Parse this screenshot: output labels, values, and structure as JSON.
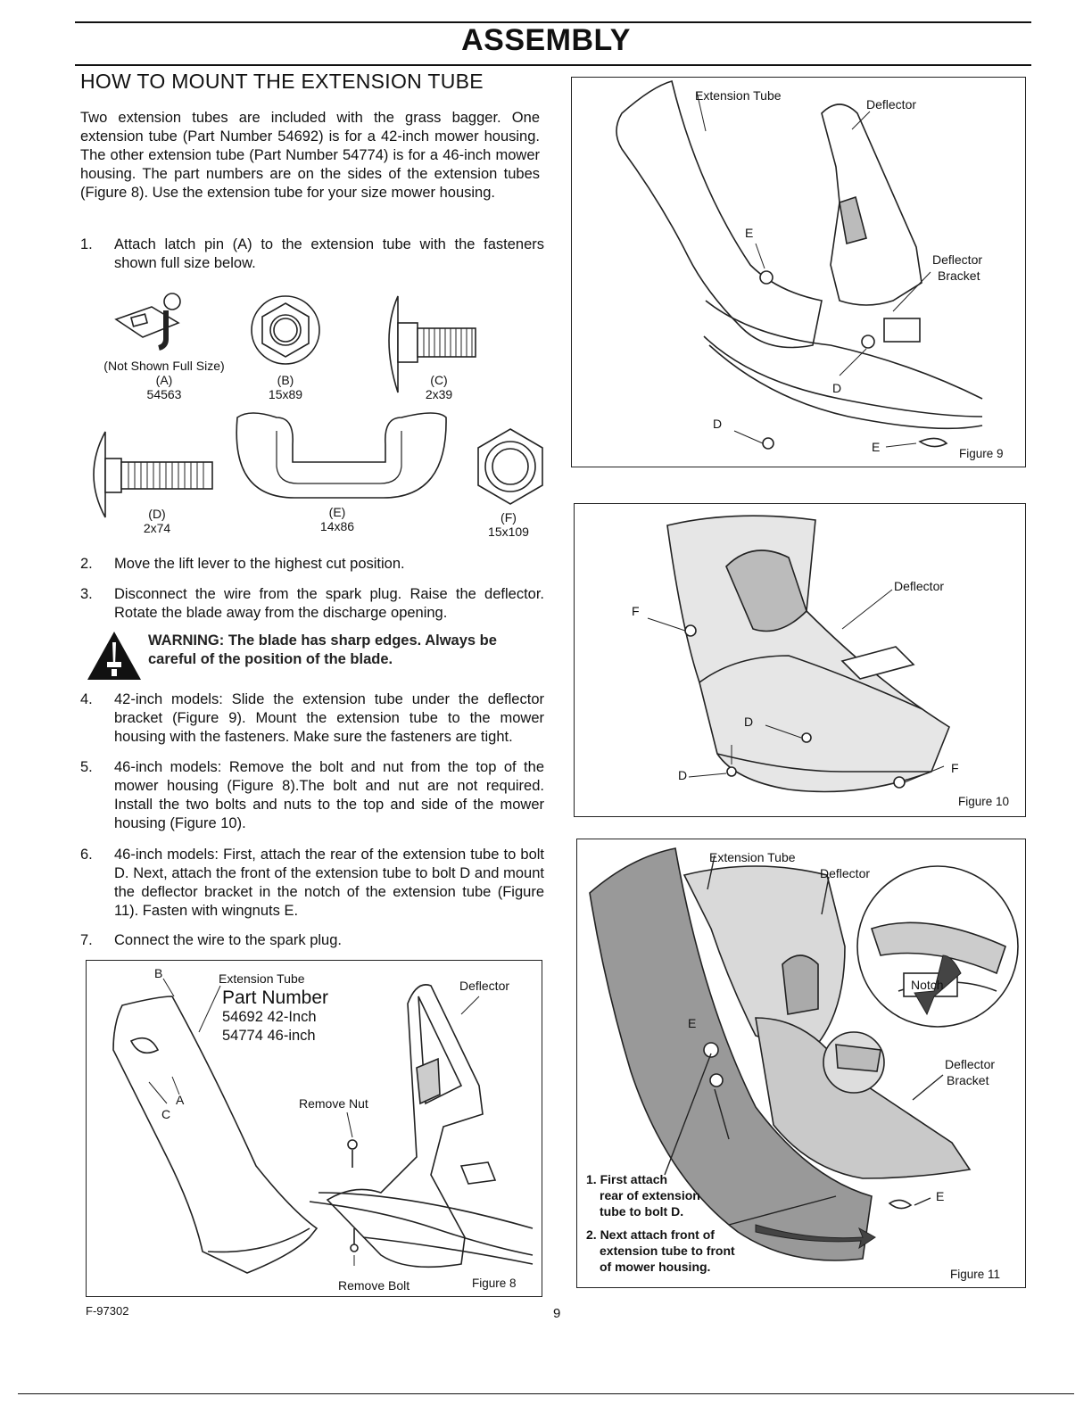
{
  "header": {
    "title": "ASSEMBLY"
  },
  "section": {
    "heading": "HOW TO MOUNT THE EXTENSION TUBE",
    "intro": "Two extension tubes are included with the grass bagger. One extension tube (Part Number 54692) is for a 42-inch mower housing. The other extension tube (Part Number 54774) is for a 46-inch mower housing. The part numbers are on the sides of the extension tubes (Figure 8). Use the extension tube for your size mower housing."
  },
  "steps": [
    {
      "num": "1.",
      "text": "Attach latch pin (A) to the extension tube with the fasteners shown full size below."
    },
    {
      "num": "2.",
      "text": "Move the lift lever to the highest cut position."
    },
    {
      "num": "3.",
      "text": "Disconnect the wire from the spark plug. Raise the deflector. Rotate the blade away from the discharge opening."
    },
    {
      "num": "4.",
      "text": "42-inch models: Slide the extension tube under the deflector bracket (Figure 9). Mount the extension tube to the mower housing with the fasteners. Make sure the fasteners are tight."
    },
    {
      "num": "5.",
      "text": "46-inch models: Remove the bolt and nut from the top of the mower housing (Figure 8).The bolt and nut are not required. Install the two bolts and nuts to the top and side of the mower housing (Figure 10)."
    },
    {
      "num": "6.",
      "text": "46-inch models: First, attach the rear of the extension tube to bolt D. Next, attach the front of the extension tube to bolt D and mount the deflector bracket in the notch of the extension tube (Figure 11). Fasten with wingnuts E."
    },
    {
      "num": "7.",
      "text": "Connect the wire to the spark plug."
    }
  ],
  "warning": {
    "text": "WARNING: The blade has sharp edges. Always be careful of the position of the blade."
  },
  "parts": [
    {
      "note": "(Not Shown Full Size)",
      "letter": "(A)",
      "number": "54563"
    },
    {
      "letter": "(B)",
      "number": "15x89"
    },
    {
      "letter": "(C)",
      "number": "2x39"
    },
    {
      "letter": "(D)",
      "number": "2x74"
    },
    {
      "letter": "(E)",
      "number": "14x86"
    },
    {
      "letter": "(F)",
      "number": "15x109"
    }
  ],
  "figure8": {
    "caption": "Figure 8",
    "ext_tube": "Extension Tube",
    "part_number": "Part Number",
    "pn1": "54692 42-Inch",
    "pn2": "54774 46-inch",
    "deflector": "Deflector",
    "remove_nut": "Remove Nut",
    "remove_bolt": "Remove Bolt",
    "label_b": "B",
    "label_a": "A",
    "label_c": "C"
  },
  "figure9": {
    "caption": "Figure 9",
    "ext_tube": "Extension Tube",
    "deflector": "Deflector",
    "bracket1": "Deflector",
    "bracket2": "Bracket",
    "label_e1": "E",
    "label_d1": "D",
    "label_d2": "D",
    "label_e2": "E"
  },
  "figure10": {
    "caption": "Figure 10",
    "deflector": "Deflector",
    "label_f1": "F",
    "label_d1": "D",
    "label_d2": "D",
    "label_f2": "F"
  },
  "figure11": {
    "caption": "Figure 11",
    "ext_tube": "Extension Tube",
    "deflector": "Deflector",
    "notch": "Notch",
    "bracket1": "Deflector",
    "bracket2": "Bracket",
    "label_e1": "E",
    "label_e2": "E",
    "note1_l1": "1. First attach",
    "note1_l2": "rear of extension",
    "note1_l3": "tube to bolt D.",
    "note2_l1": "2. Next attach front of",
    "note2_l2": "extension tube to front",
    "note2_l3": "of mower housing."
  },
  "footer": {
    "doc_code": "F-97302",
    "page": "9"
  }
}
